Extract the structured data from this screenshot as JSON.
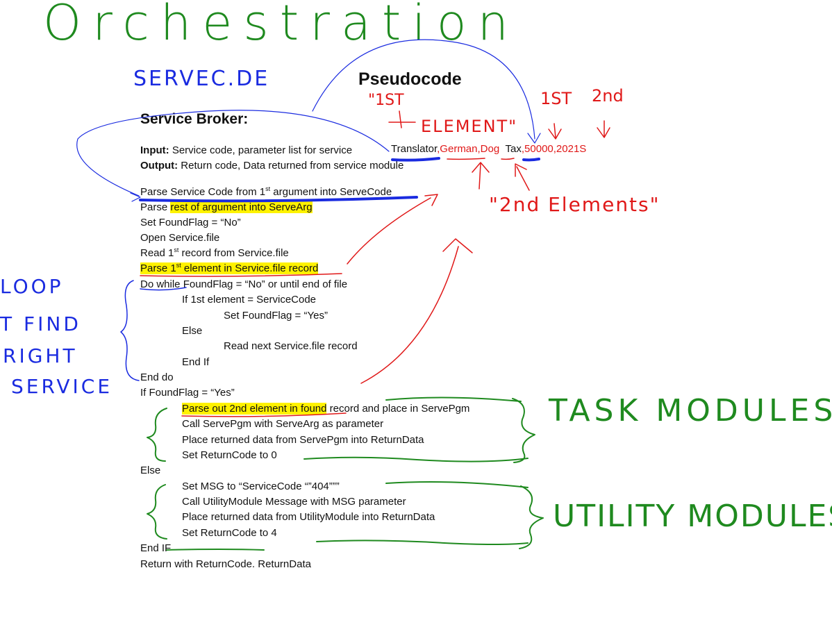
{
  "handwritten": {
    "title": "Orchestration",
    "servecode": "SERVEC.DE",
    "first_element": "\"1ST",
    "element": "ELEMENT\"",
    "first": "1ST",
    "second": "2nd",
    "second_elements": "\"2nd Elements\"",
    "loop": [
      "LOOP",
      "T FIND",
      "RIGHT",
      "SERVICE"
    ],
    "task_modules": "TASK MODULES",
    "utility_modules": "UTILITY MODULES"
  },
  "doc": {
    "heading": "Pseudocode",
    "subheading": "Service Broker:",
    "input_label": "Input:",
    "input_text": " Service code, parameter list for service",
    "output_label": "Output:",
    "output_text": "  Return code, Data returned from service module",
    "example": {
      "service1": "Translator",
      "args1": ",German,Dog",
      "service2": "Tax",
      "args2": ",50000,2021S"
    },
    "lines": {
      "l1a": "Parse Service Code from 1",
      "l1sup": "st",
      "l1b": " argument into ServeCode",
      "l2a": "Parse ",
      "l2b": "rest of argument into ServeArg",
      "l3": "Set FoundFlag = “No”",
      "l4": "Open Service.file",
      "l5a": "Read 1",
      "l5sup": "st",
      "l5b": " record from Service.file",
      "l6a": "Parse 1",
      "l6sup": "st",
      "l6b": " element in Service.file record",
      "l7": "Do while FoundFlag = “No” or until end of file",
      "l8": "If 1st element = ServiceCode",
      "l9": "Set FoundFlag = “Yes”",
      "l10": "Else",
      "l11": "Read next Service.file record",
      "l12": "End If",
      "l13": "End do",
      "l14": "If FoundFlag = “Yes”",
      "l15a": "Parse out 2nd element in found",
      "l15b": " record and place in ServePgm",
      "l16": "Call ServePgm with ServeArg as parameter",
      "l17": "Place returned data from ServePgm into ReturnData",
      "l18": "Set ReturnCode to 0",
      "l19": "Else",
      "l20": "Set MSG to “ServiceCode “”404”””",
      "l21": "Call UtilityModule Message with MSG parameter",
      "l22": "Place returned data from UtilityModule into ReturnData",
      "l23": "Set ReturnCode to 4",
      "l24": "End IF",
      "l25": "Return with ReturnCode. ReturnData"
    }
  },
  "colors": {
    "green": "#1f8a1f",
    "blue": "#1a2be0",
    "red": "#e01818",
    "highlight": "#fff200"
  }
}
